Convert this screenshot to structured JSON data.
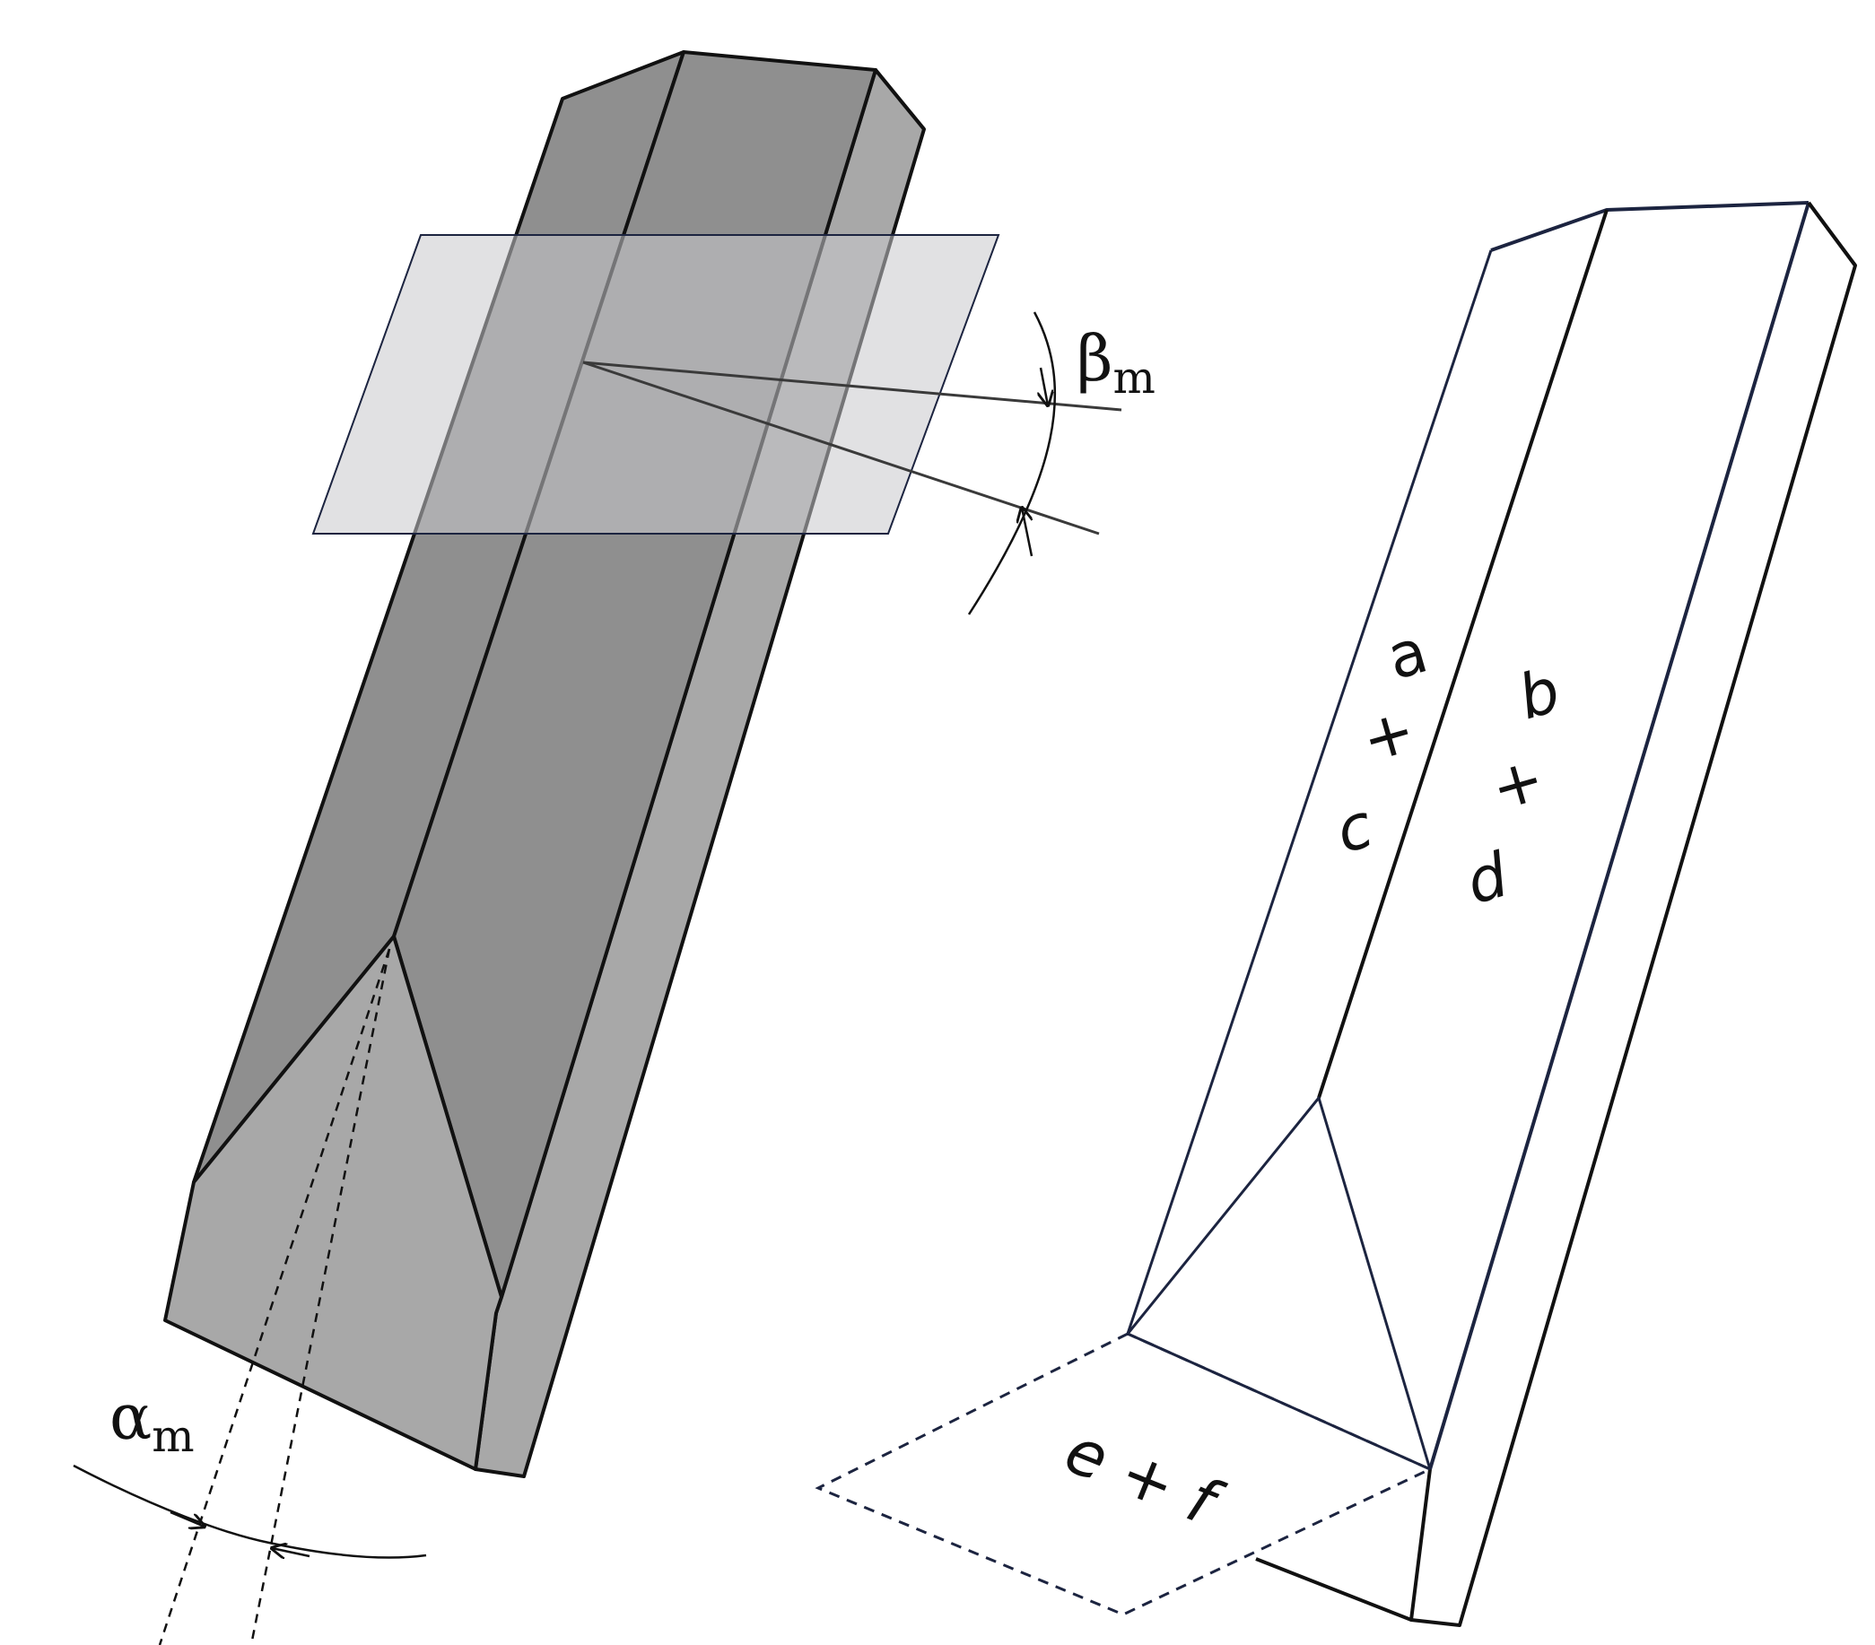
{
  "labels": {
    "beta": "β",
    "beta_sub": "m",
    "alpha": "α",
    "alpha_sub": "m",
    "a": "a",
    "plus1": "+",
    "c": "c",
    "b": "b",
    "plus2": "+",
    "d": "d",
    "ef": "e + f"
  },
  "colors": {
    "dark_face": "#8f8f8f",
    "light_face": "#a8a8a8",
    "plane_fill": "#c8c8cc",
    "outline": "#111111",
    "navy_outline": "#1c2440"
  }
}
